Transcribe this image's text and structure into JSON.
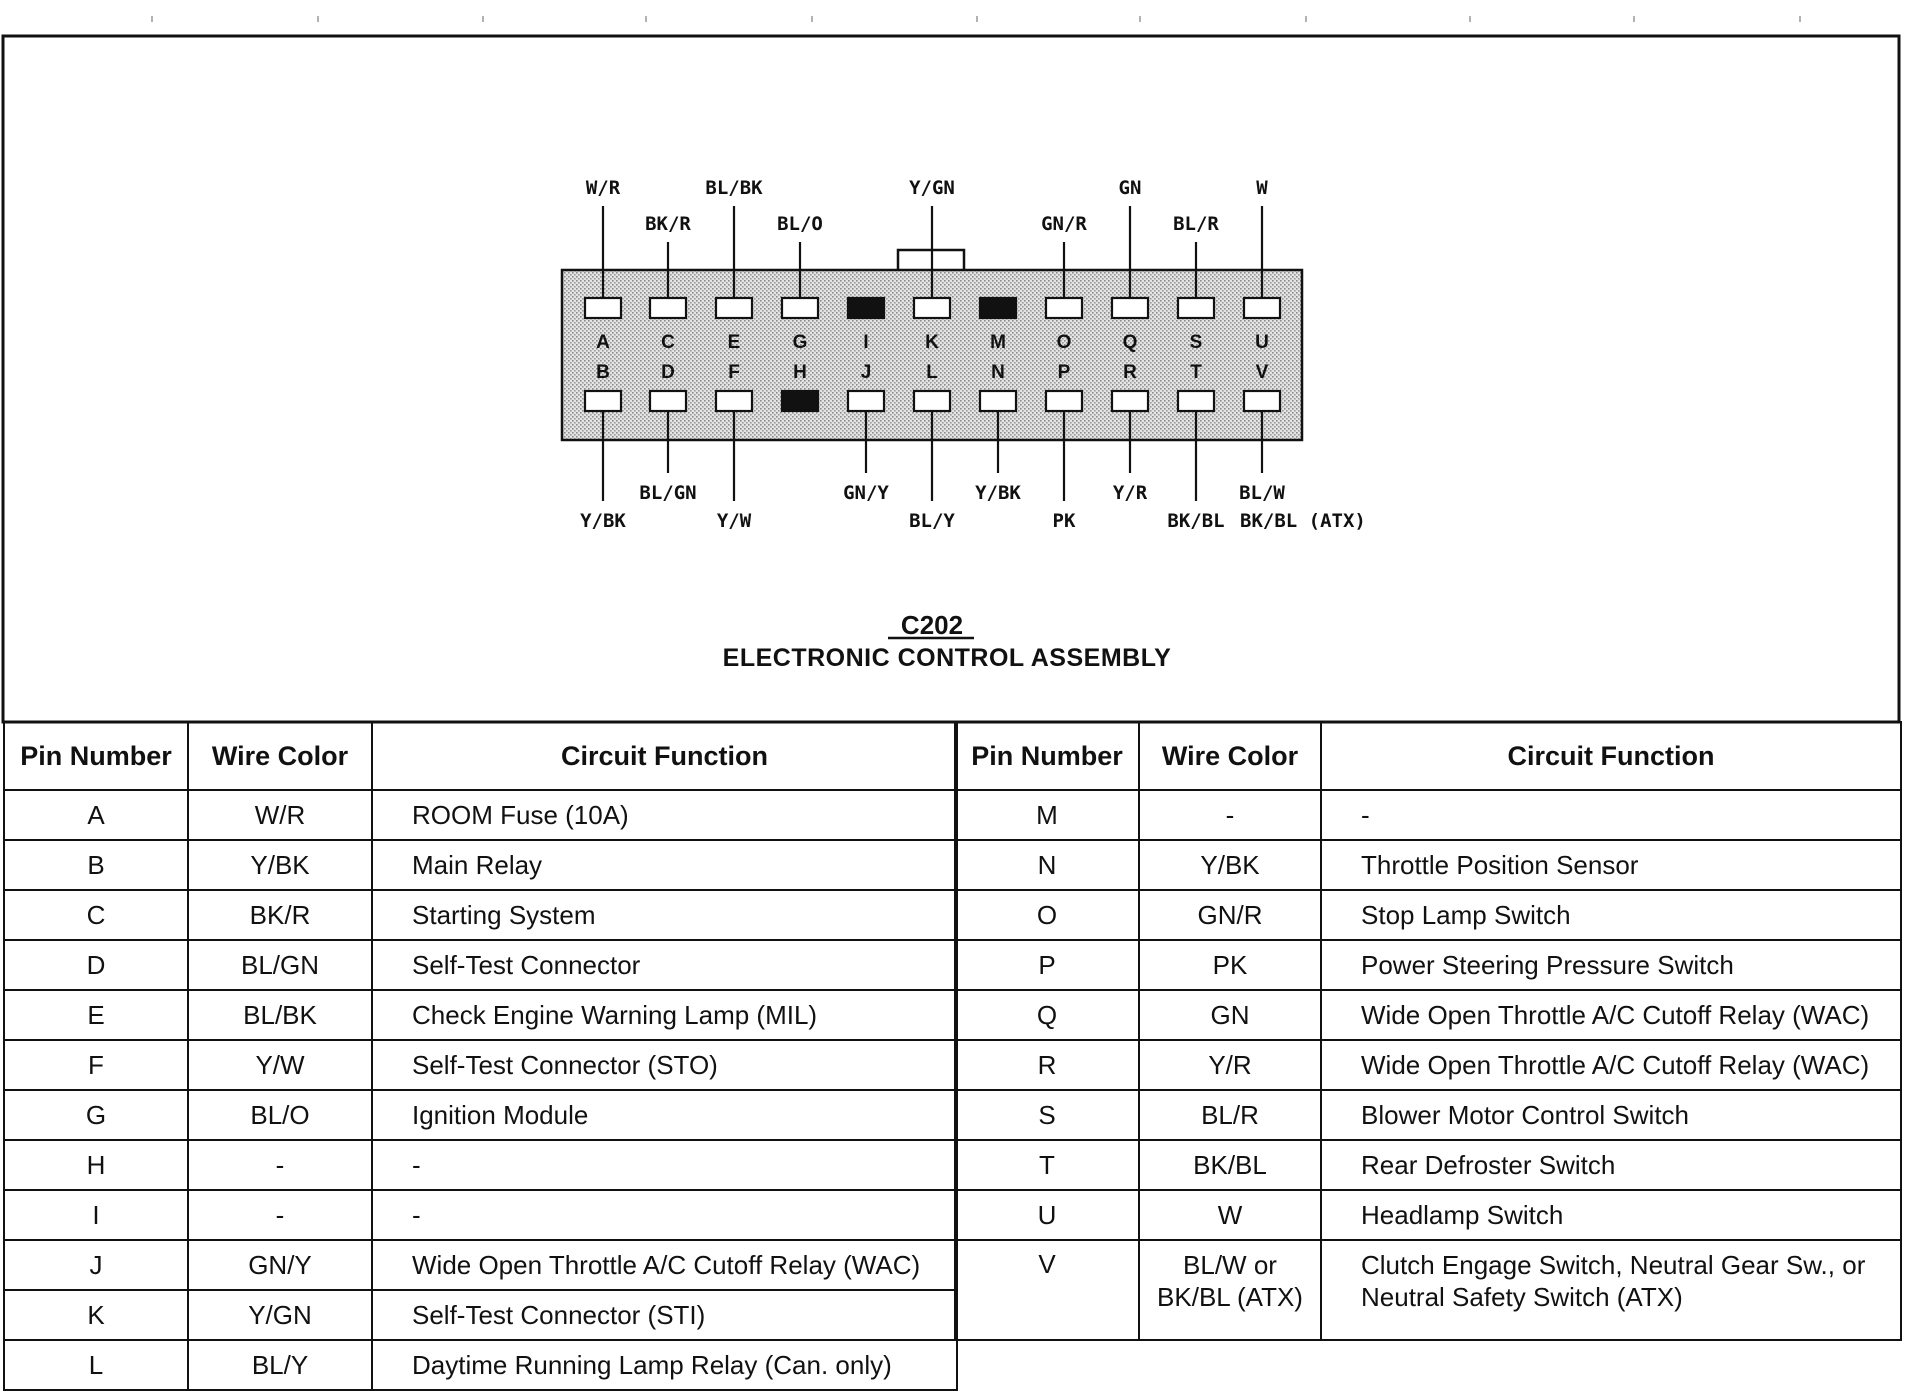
{
  "connector": {
    "code": "C202",
    "name": "ELECTRONIC CONTROL ASSEMBLY",
    "top_row": [
      {
        "pin": "A",
        "wire": "W/R",
        "blocked": false
      },
      {
        "pin": "C",
        "wire": "BK/R",
        "blocked": false
      },
      {
        "pin": "E",
        "wire": "BL/BK",
        "blocked": false
      },
      {
        "pin": "G",
        "wire": "BL/O",
        "blocked": false
      },
      {
        "pin": "I",
        "wire": "",
        "blocked": true
      },
      {
        "pin": "K",
        "wire": "Y/GN",
        "blocked": false
      },
      {
        "pin": "M",
        "wire": "",
        "blocked": true
      },
      {
        "pin": "O",
        "wire": "GN/R",
        "blocked": false
      },
      {
        "pin": "Q",
        "wire": "GN",
        "blocked": false
      },
      {
        "pin": "S",
        "wire": "BL/R",
        "blocked": false
      },
      {
        "pin": "U",
        "wire": "W",
        "blocked": false
      }
    ],
    "bottom_row": [
      {
        "pin": "B",
        "wire": "Y/BK",
        "blocked": false
      },
      {
        "pin": "D",
        "wire": "BL/GN",
        "blocked": false
      },
      {
        "pin": "F",
        "wire": "Y/W",
        "blocked": false
      },
      {
        "pin": "H",
        "wire": "",
        "blocked": true
      },
      {
        "pin": "J",
        "wire": "GN/Y",
        "blocked": false
      },
      {
        "pin": "L",
        "wire": "BL/Y",
        "blocked": false
      },
      {
        "pin": "N",
        "wire": "Y/BK",
        "blocked": false
      },
      {
        "pin": "P",
        "wire": "PK",
        "blocked": false
      },
      {
        "pin": "R",
        "wire": "Y/R",
        "blocked": false
      },
      {
        "pin": "T",
        "wire": "BK/BL",
        "blocked": false
      },
      {
        "pin": "V",
        "wire": "BL/W",
        "blocked": false
      }
    ],
    "v_alt_label": "BK/BL (ATX)"
  },
  "table": {
    "headers": [
      "Pin Number",
      "Wire Color",
      "Circuit Function"
    ],
    "left": [
      {
        "pin": "A",
        "color": "W/R",
        "function": "ROOM Fuse (10A)"
      },
      {
        "pin": "B",
        "color": "Y/BK",
        "function": "Main Relay"
      },
      {
        "pin": "C",
        "color": "BK/R",
        "function": "Starting System"
      },
      {
        "pin": "D",
        "color": "BL/GN",
        "function": "Self-Test Connector"
      },
      {
        "pin": "E",
        "color": "BL/BK",
        "function": "Check Engine Warning Lamp (MIL)"
      },
      {
        "pin": "F",
        "color": "Y/W",
        "function": "Self-Test Connector (STO)"
      },
      {
        "pin": "G",
        "color": "BL/O",
        "function": "Ignition Module"
      },
      {
        "pin": "H",
        "color": "-",
        "function": "-"
      },
      {
        "pin": "I",
        "color": "-",
        "function": "-"
      },
      {
        "pin": "J",
        "color": "GN/Y",
        "function": "Wide Open Throttle A/C Cutoff Relay (WAC)"
      },
      {
        "pin": "K",
        "color": "Y/GN",
        "function": "Self-Test Connector (STI)"
      },
      {
        "pin": "L",
        "color": "BL/Y",
        "function": "Daytime Running Lamp Relay (Can. only)"
      }
    ],
    "right": [
      {
        "pin": "M",
        "color": "-",
        "function": "-"
      },
      {
        "pin": "N",
        "color": "Y/BK",
        "function": "Throttle Position Sensor"
      },
      {
        "pin": "O",
        "color": "GN/R",
        "function": "Stop Lamp Switch"
      },
      {
        "pin": "P",
        "color": "PK",
        "function": "Power Steering Pressure Switch"
      },
      {
        "pin": "Q",
        "color": "GN",
        "function": "Wide Open Throttle A/C Cutoff Relay (WAC)"
      },
      {
        "pin": "R",
        "color": "Y/R",
        "function": "Wide Open Throttle A/C Cutoff Relay (WAC)"
      },
      {
        "pin": "S",
        "color": "BL/R",
        "function": "Blower Motor Control Switch"
      },
      {
        "pin": "T",
        "color": "BK/BL",
        "function": "Rear Defroster Switch"
      },
      {
        "pin": "U",
        "color": "W",
        "function": "Headlamp Switch"
      },
      {
        "pin": "V",
        "color": "BL/W or BK/BL (ATX)",
        "function": "Clutch Engage Switch, Neutral Gear Sw., or Neutral Safety Switch (ATX)"
      }
    ]
  }
}
